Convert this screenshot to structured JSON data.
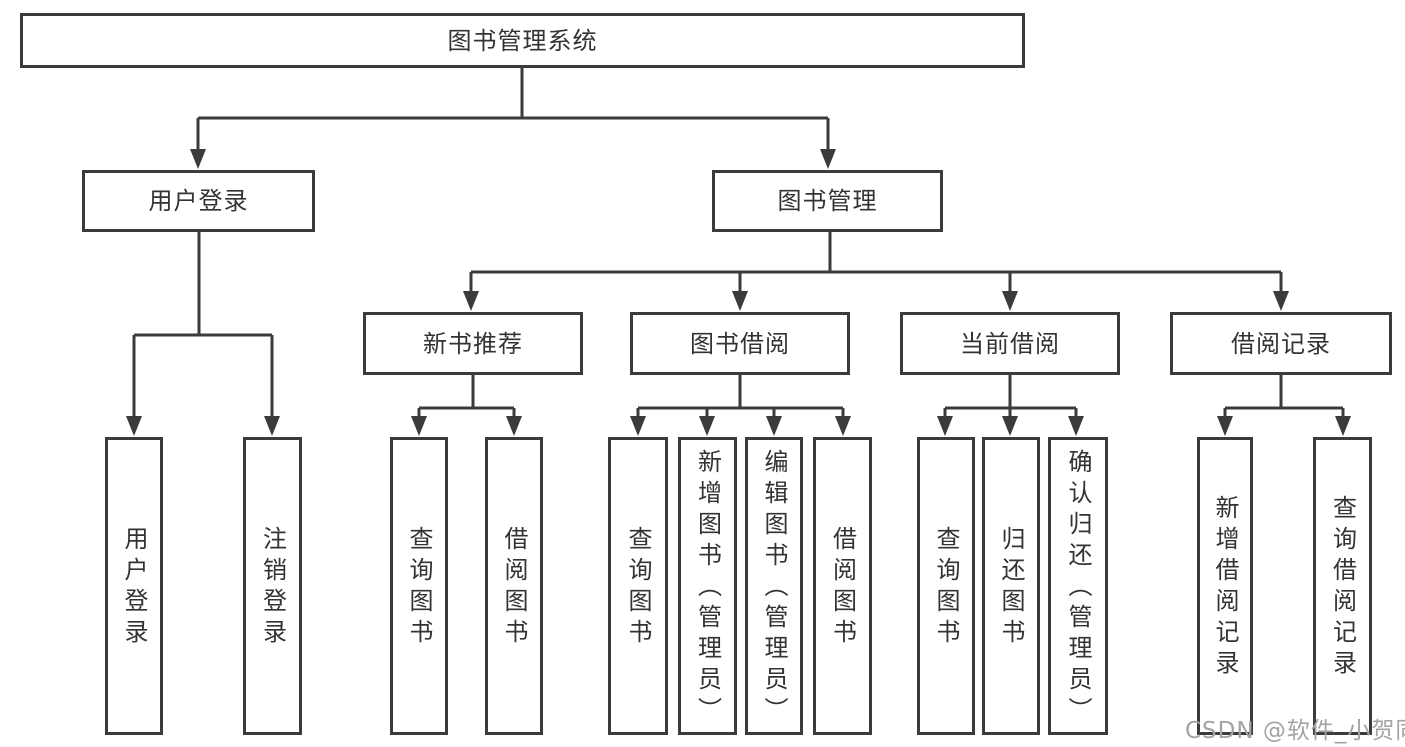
{
  "tree": {
    "root": {
      "label": "图书管理系统"
    },
    "branches": [
      {
        "label": "用户登录",
        "children": [
          {
            "label": "用户登录"
          },
          {
            "label": "注销登录"
          }
        ]
      },
      {
        "label": "图书管理",
        "children": [
          {
            "label": "新书推荐",
            "children": [
              {
                "label": "查询图书"
              },
              {
                "label": "借阅图书"
              }
            ]
          },
          {
            "label": "图书借阅",
            "children": [
              {
                "label": "查询图书"
              },
              {
                "label": "新增图书（管理员）"
              },
              {
                "label": "编辑图书（管理员）"
              },
              {
                "label": "借阅图书"
              }
            ]
          },
          {
            "label": "当前借阅",
            "children": [
              {
                "label": "查询图书"
              },
              {
                "label": "归还图书"
              },
              {
                "label": "确认归还（管理员）"
              }
            ]
          },
          {
            "label": "借阅记录",
            "children": [
              {
                "label": "新增借阅记录"
              },
              {
                "label": "查询借阅记录"
              }
            ]
          }
        ]
      }
    ]
  },
  "watermark": {
    "text": "CSDN @软件_小贺同学"
  },
  "colors": {
    "line": "#3b3b3b",
    "box_border": "#3b3b3b",
    "text": "#333333",
    "watermark": "#a3a3a3",
    "background": "#ffffff"
  }
}
